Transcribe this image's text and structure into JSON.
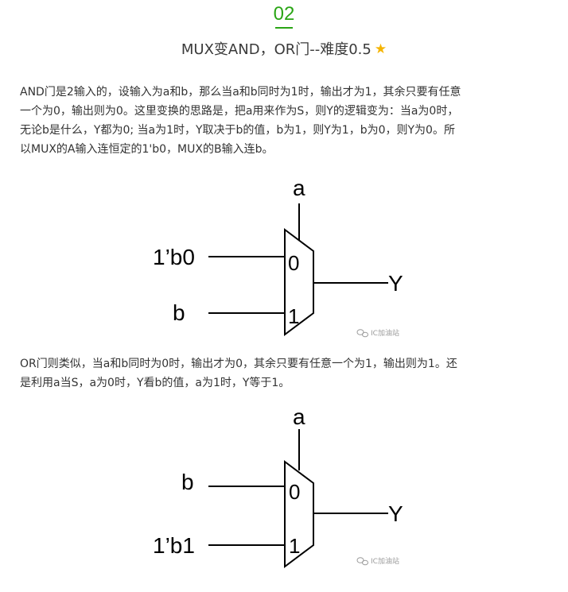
{
  "header": {
    "section_number": "02",
    "title": "MUX变AND，OR门--难度0.5",
    "star_icon": "star-icon"
  },
  "paragraphs": {
    "and_text": "AND门是2输入的，设输入为a和b，那么当a和b同时为1时，输出才为1，其余只要有任意\n一个为0，输出则为0。这里变换的思路是，把a用来作为S，则Y的逻辑变为：当a为0时，\n无论b是什么，Y都为0; 当a为1时，Y取决于b的值，b为1，则Y为1，b为0，则Y为0。所\n以MUX的A输入连恒定的1'b0，MUX的B输入连b。",
    "or_text": "OR门则类似，当a和b同时为0时，输出才为0，其余只要有任意一个为1，输出则为1。还\n是利用a当S，a为0时，Y看b的值，a为1时，Y等于1。"
  },
  "diagram_and": {
    "select_label": "a",
    "input0_label": "1’b0",
    "input1_label": "b",
    "port0": "0",
    "port1": "1",
    "output_label": "Y",
    "watermark": "IC加油站"
  },
  "diagram_or": {
    "select_label": "a",
    "input0_label": "b",
    "input1_label": "1’b1",
    "port0": "0",
    "port1": "1",
    "output_label": "Y",
    "watermark": "IC加油站"
  },
  "colors": {
    "accent": "#2aa515",
    "star": "#f5b400",
    "text": "#333333"
  }
}
